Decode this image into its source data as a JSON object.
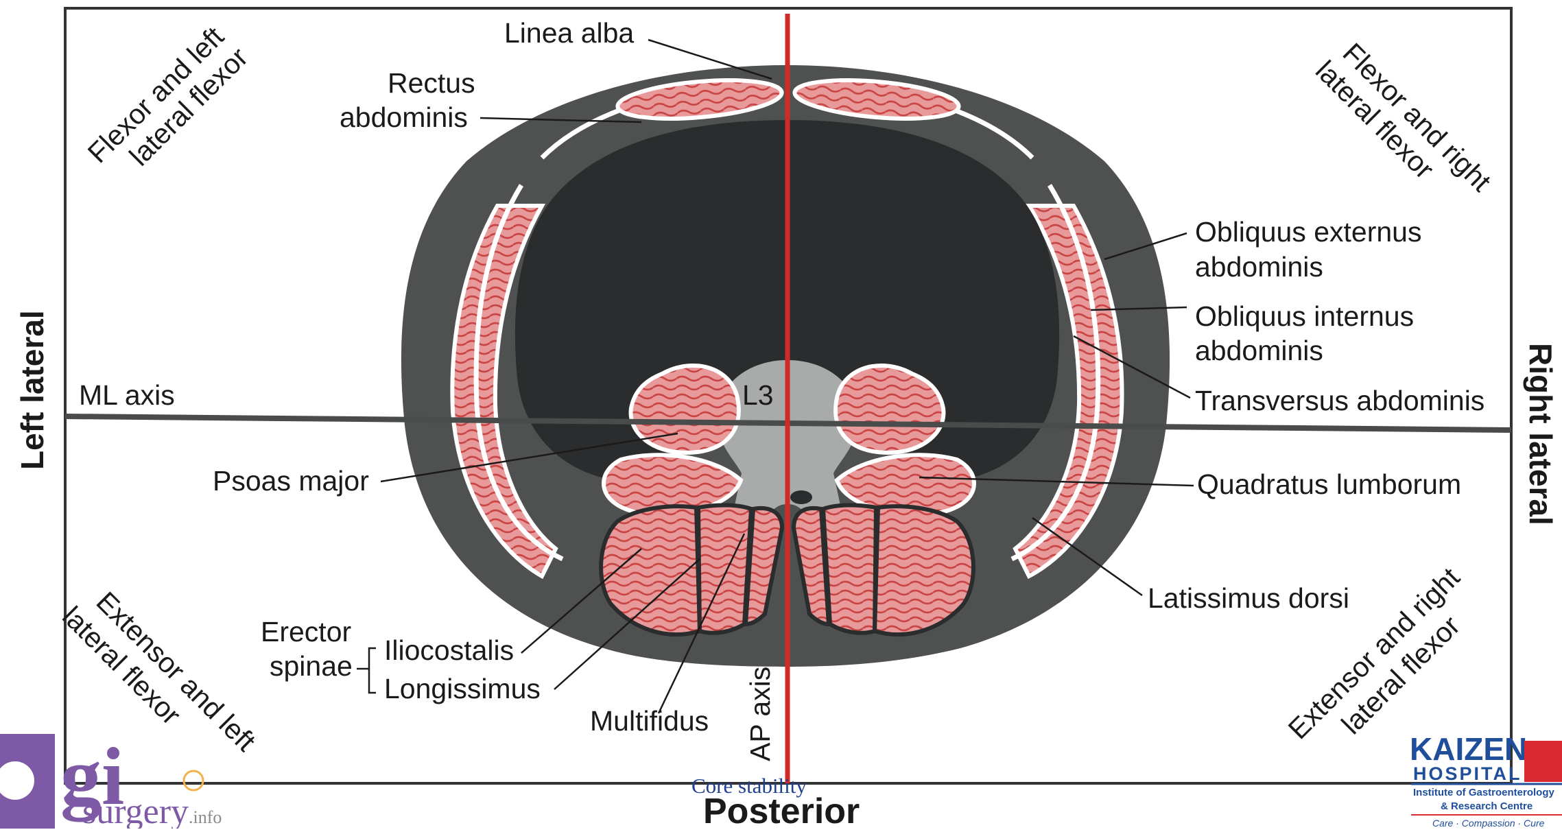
{
  "corners": {
    "top_left": [
      "Flexor and left",
      "lateral flexor"
    ],
    "top_right": [
      "Flexor and right",
      "lateral flexor"
    ],
    "bottom_left": [
      "Extensor and left",
      "lateral flexor"
    ],
    "bottom_right": [
      "Extensor and right",
      "lateral flexor"
    ]
  },
  "sides": {
    "left": "Left lateral",
    "right": "Right lateral"
  },
  "axes": {
    "ml": "ML axis",
    "ap": "AP axis",
    "posterior": "Posterior"
  },
  "vertebra": "L3",
  "labels": {
    "linea_alba": "Linea alba",
    "rectus": [
      "Rectus",
      "abdominis"
    ],
    "obliquus_externus": [
      "Obliquus externus",
      "abdominis"
    ],
    "obliquus_internus": [
      "Obliquus internus",
      "abdominis"
    ],
    "transversus": "Transversus abdominis",
    "quadratus": "Quadratus lumborum",
    "latissimus": "Latissimus dorsi",
    "psoas": "Psoas major",
    "erector": [
      "Erector",
      "spinae"
    ],
    "iliocostalis": "Iliocostalis",
    "longissimus": "Longissimus",
    "multifidus": "Multifidus"
  },
  "caption": "Core stability",
  "logo_left": {
    "big": "gi",
    "small": "surgery",
    "suffix": ".info"
  },
  "logo_right": {
    "name": "KAIZEN",
    "sub": "HOSPITAL",
    "line1": "Institute of Gastroenterology",
    "line2": "& Research Centre",
    "tagline": "Care · Compassion · Cure"
  },
  "colors": {
    "muscle": "#e89a9a",
    "muscle_stripe": "#c94444",
    "skin": "#4f5151",
    "cavity": "#2b2c2d",
    "bone": "#a9abab",
    "ap_axis": "#d12a2a",
    "logo_purple": "#7e5aa6",
    "kaizen_blue": "#1f4e9b",
    "kaizen_red": "#d9282f"
  }
}
